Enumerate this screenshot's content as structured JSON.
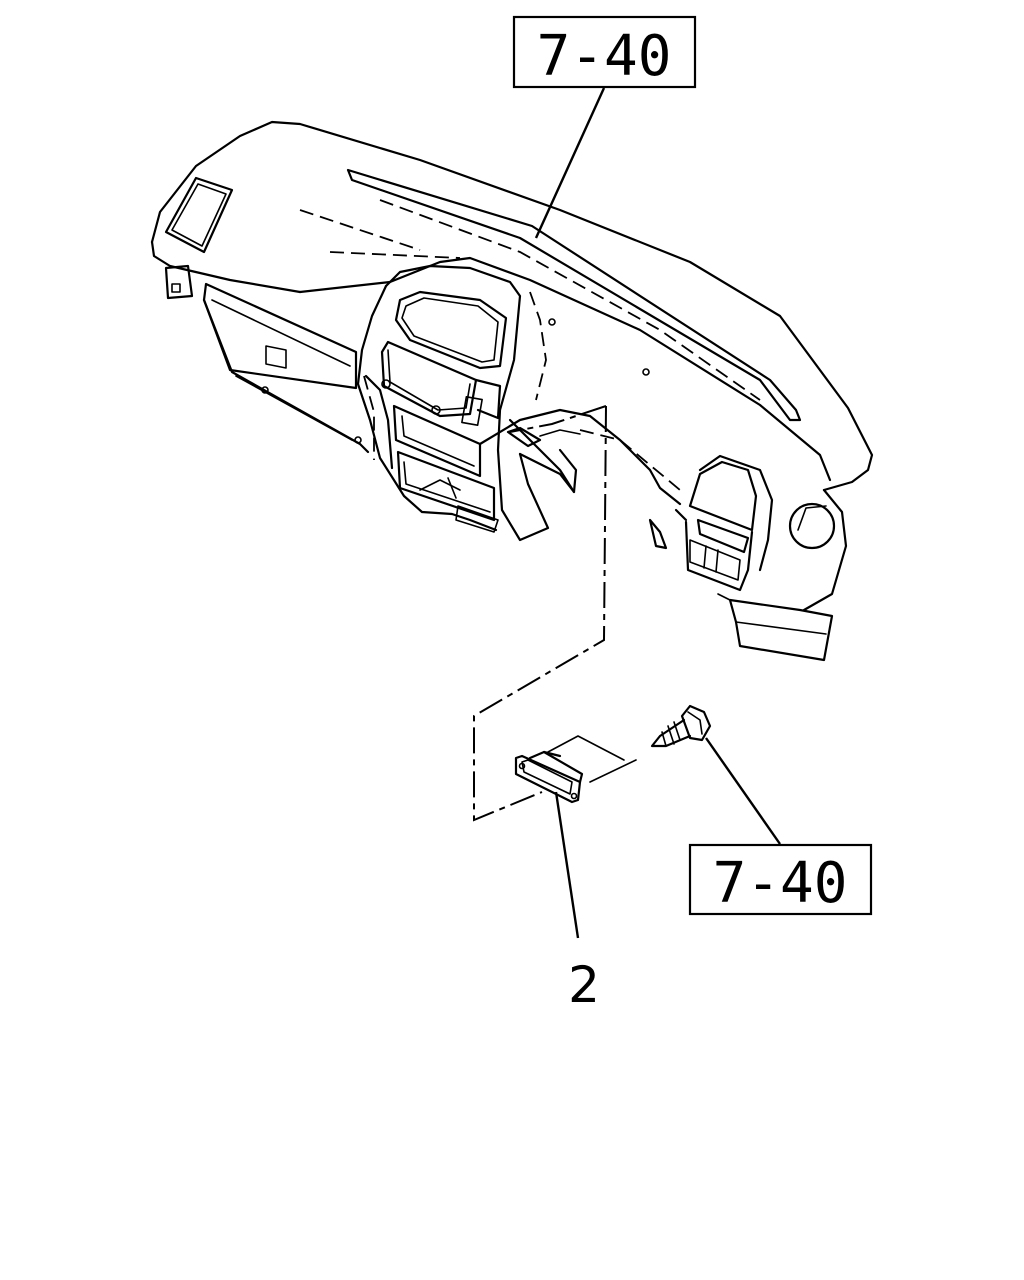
{
  "callouts": {
    "top_ref": "7-40",
    "screw_ref": "7-40",
    "bracket_part_number": "2"
  },
  "icons": {
    "instrument_panel": "dashboard-assembly-icon",
    "bracket": "bracket-clip-icon",
    "screw": "tapping-screw-icon"
  }
}
